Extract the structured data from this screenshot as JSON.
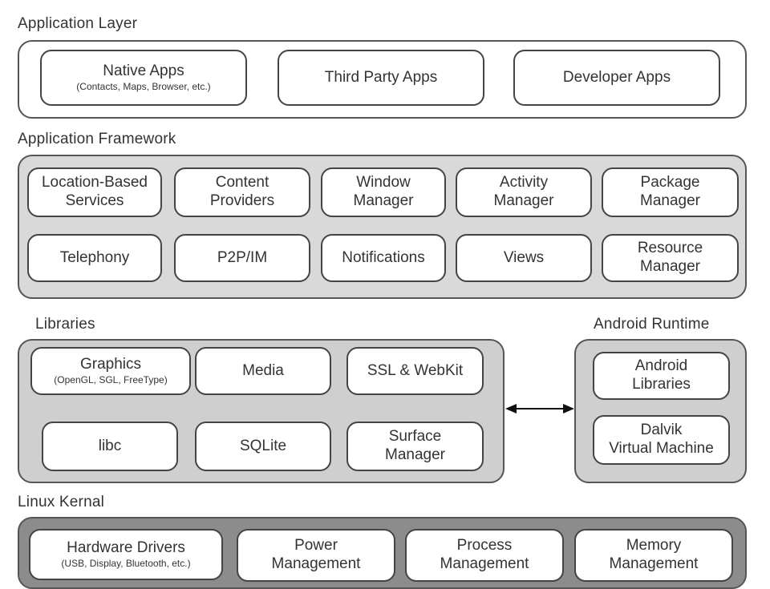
{
  "application_layer": {
    "label": "Application Layer",
    "items": [
      {
        "title": "Native Apps",
        "sub": "(Contacts,  Maps, Browser, etc.)"
      },
      {
        "title": "Third Party Apps"
      },
      {
        "title": "Developer Apps"
      }
    ]
  },
  "application_framework": {
    "label": "Application Framework",
    "items": [
      {
        "line1": "Location-Based",
        "line2": "Services"
      },
      {
        "line1": "Content",
        "line2": "Providers"
      },
      {
        "line1": "Window",
        "line2": "Manager"
      },
      {
        "line1": "Activity",
        "line2": "Manager"
      },
      {
        "line1": "Package",
        "line2": "Manager"
      },
      {
        "line1": "Telephony"
      },
      {
        "line1": "P2P/IM"
      },
      {
        "line1": "Notifications"
      },
      {
        "line1": "Views"
      },
      {
        "line1": "Resource",
        "line2": "Manager"
      }
    ]
  },
  "libraries": {
    "label": "Libraries",
    "items": [
      {
        "line1": "Graphics",
        "sub": "(OpenGL, SGL, FreeType)"
      },
      {
        "line1": "Media"
      },
      {
        "line1": "SSL & WebKit"
      },
      {
        "line1": "libc"
      },
      {
        "line1": "SQLite"
      },
      {
        "line1": "Surface",
        "line2": "Manager"
      }
    ]
  },
  "android_runtime": {
    "label": "Android Runtime",
    "items": [
      {
        "line1": "Android",
        "line2": "Libraries"
      },
      {
        "line1": "Dalvik",
        "line2": "Virtual Machine"
      }
    ]
  },
  "linux_kernel": {
    "label": "Linux Kernal",
    "items": [
      {
        "line1": "Hardware Drivers",
        "sub": "(USB, Display, Bluetooth, etc.)"
      },
      {
        "line1": "Power",
        "line2": "Management"
      },
      {
        "line1": "Process",
        "line2": "Management"
      },
      {
        "line1": "Memory",
        "line2": "Management"
      }
    ]
  },
  "colors": {
    "framework_fill": "#d9d9d9",
    "libraries_fill": "#cfcfcf",
    "kernel_fill": "#8c8c8c",
    "box_fill": "#ffffff",
    "border": "#444444"
  }
}
